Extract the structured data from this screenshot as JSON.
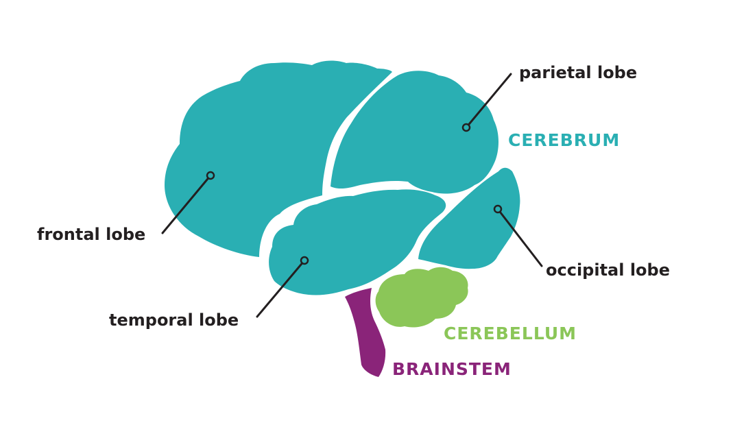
{
  "colors": {
    "cerebrum": "#2aafb3",
    "cerebellum": "#8bc658",
    "brainstem": "#8a2479",
    "text_dark": "#231f20",
    "background": "#ffffff"
  },
  "labels": {
    "parietal_lobe": "parietal lobe",
    "frontal_lobe": "frontal lobe",
    "temporal_lobe": "temporal lobe",
    "occipital_lobe": "occipital lobe",
    "cerebrum": "CEREBRUM",
    "cerebellum": "CEREBELLUM",
    "brainstem": "BRAINSTEM"
  }
}
